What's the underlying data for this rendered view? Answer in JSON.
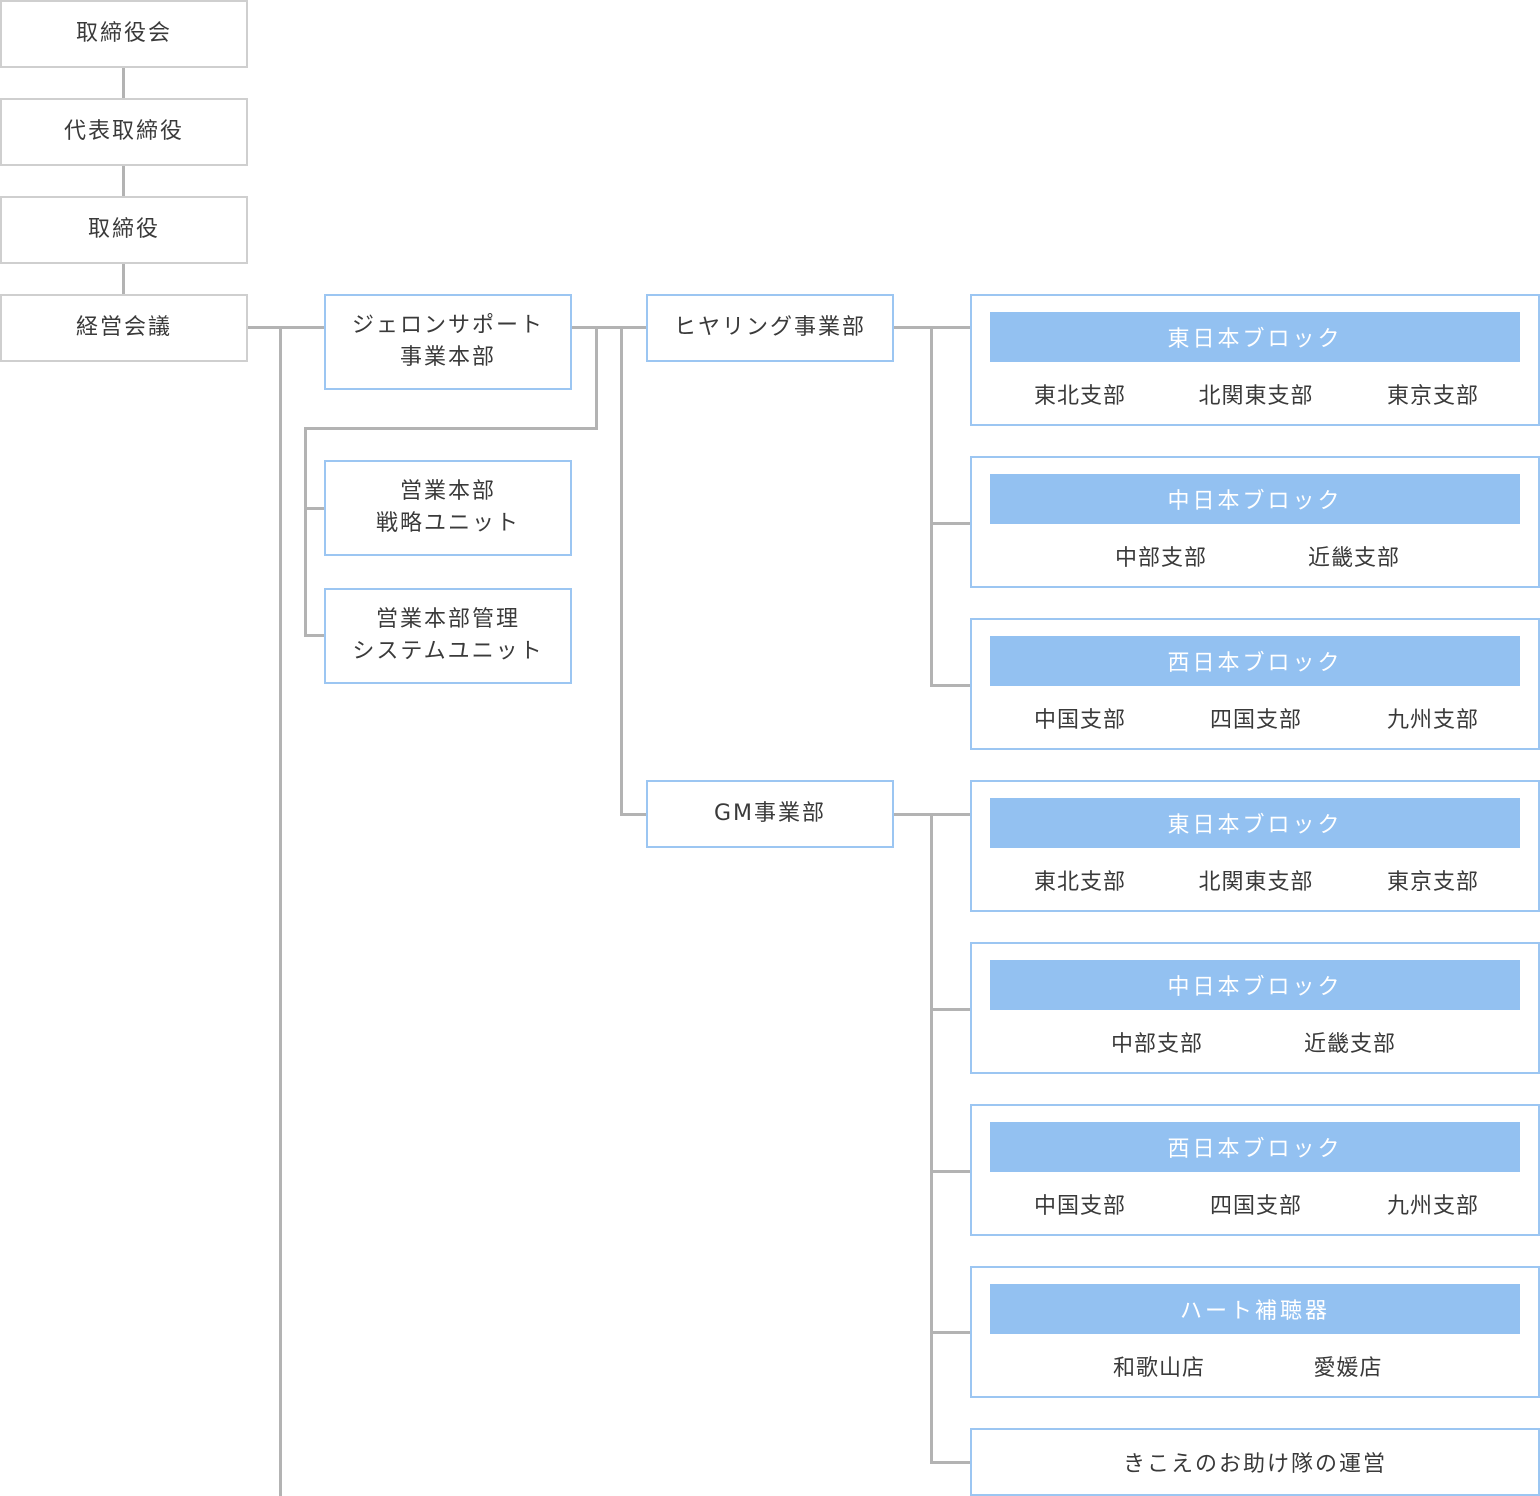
{
  "top": {
    "board": "取締役会",
    "ceo": "代表取締役",
    "directors": "取締役",
    "meeting": "経営会議"
  },
  "jeron": {
    "line1": "ジェロンサポート",
    "line2": "事業本部",
    "units": [
      {
        "line1": "営業本部",
        "line2": "戦略ユニット"
      },
      {
        "line1": "営業本部管理",
        "line2": "システムユニット"
      }
    ]
  },
  "divisions": [
    {
      "name": "ヒヤリング事業部",
      "blocks": [
        {
          "title": "東日本ブロック",
          "branches": [
            "東北支部",
            "北関東支部",
            "東京支部"
          ]
        },
        {
          "title": "中日本ブロック",
          "branches": [
            "中部支部",
            "近畿支部"
          ]
        },
        {
          "title": "西日本ブロック",
          "branches": [
            "中国支部",
            "四国支部",
            "九州支部"
          ]
        }
      ]
    },
    {
      "name": "GM事業部",
      "blocks": [
        {
          "title": "東日本ブロック",
          "branches": [
            "東北支部",
            "北関東支部",
            "東京支部"
          ]
        },
        {
          "title": "中日本ブロック",
          "branches": [
            "中部支部",
            "近畿支部"
          ]
        },
        {
          "title": "西日本ブロック",
          "branches": [
            "中国支部",
            "四国支部",
            "九州支部"
          ]
        },
        {
          "title": "ハート補聴器",
          "branches": [
            "和歌山店",
            "愛媛店"
          ]
        }
      ],
      "extra": "きこえのお助け隊の運営"
    }
  ],
  "colors": {
    "line": "#b3b3b3",
    "gray_border": "#cfcfcf",
    "blue_border": "#9cc6f2",
    "block_header": "#93c1f1"
  }
}
